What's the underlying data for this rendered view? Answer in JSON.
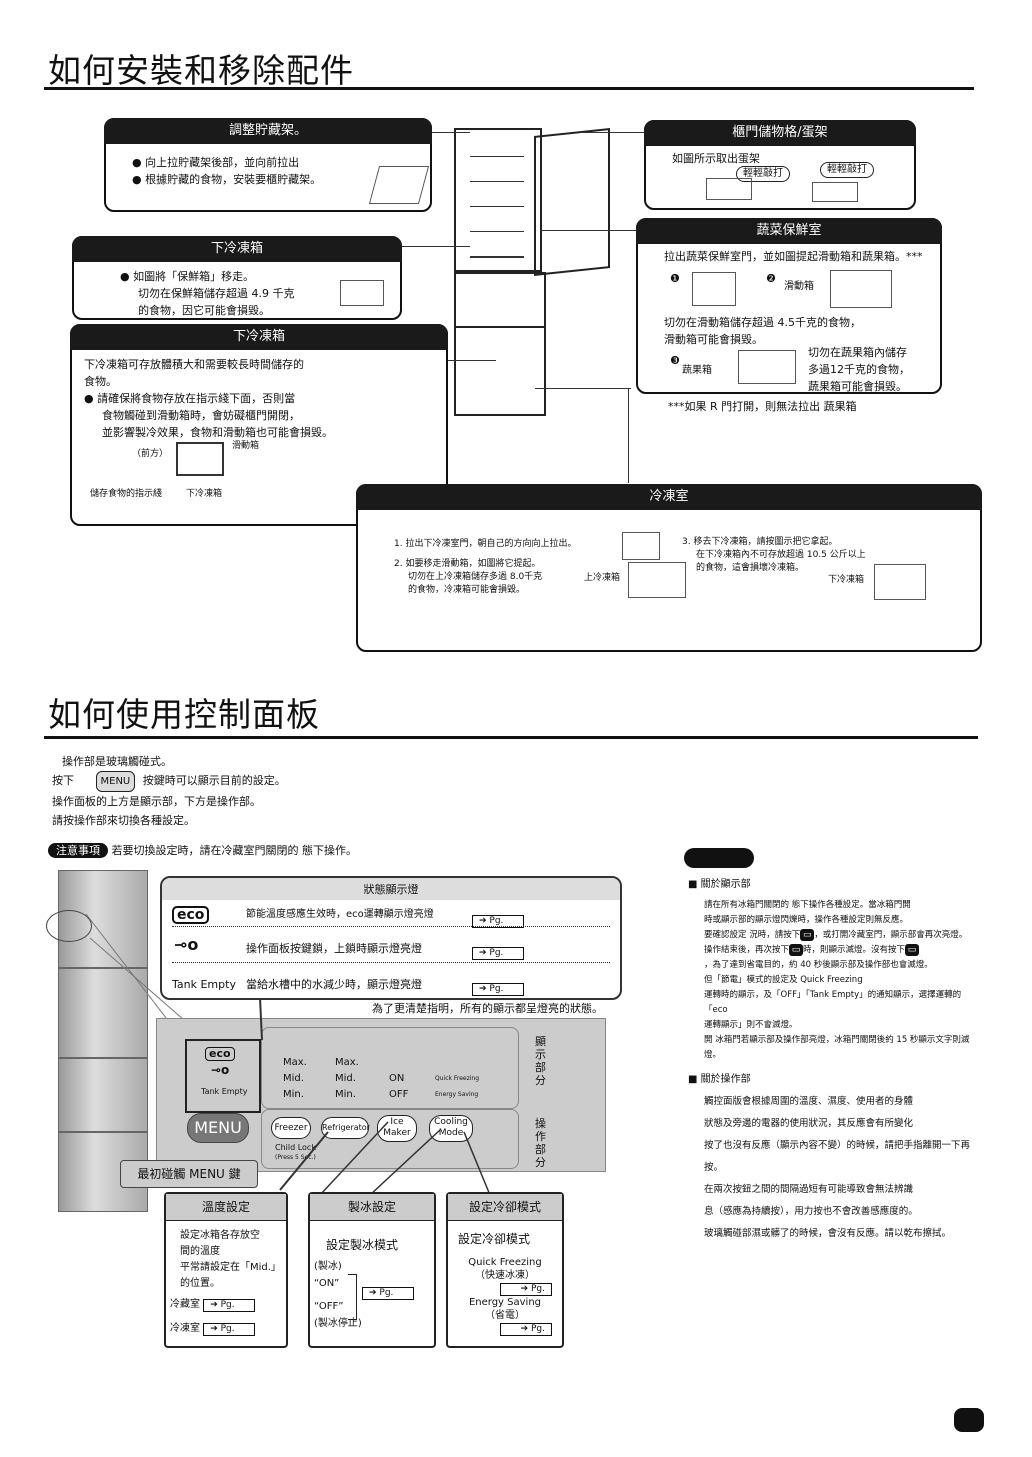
{
  "section1": {
    "title": "如何安裝和移除配件",
    "shelf": {
      "header": "調整貯藏架。",
      "lines": [
        "● 向上拉貯藏架後部，並向前拉出",
        "● 根據貯藏的食物，安裝要櫃貯藏架。"
      ]
    },
    "door_pocket": {
      "header": "櫃門儲物格/蛋架",
      "intro": "如圖所示取出蛋架",
      "tap1": "輕輕敲打",
      "tap2": "輕輕敲打"
    },
    "lower_freezer1": {
      "header": "下冷凍箱",
      "lines": [
        "●  如圖將「保鮮箱」移走。",
        "切勿在保鮮箱儲存超過 4.9 千克",
        "的食物，因它可能會損毀。"
      ]
    },
    "lower_freezer2": {
      "header": "下冷凍箱",
      "lines": [
        "下冷凍箱可存放體積大和需要較長時間儲存的",
        "食物。",
        "●  請確保將食物存放在指示綫下面，否則當",
        "食物觸碰到滑動箱時，會妨礙櫃門開閉，",
        "並影響製冷效果，食物和滑動箱也可能會損毀。"
      ],
      "front": "（前方）",
      "slide_box": "滑動箱",
      "indicator": "儲存食物的指示綫",
      "lower_box": "下冷凍箱"
    },
    "veg": {
      "header": "蔬菜保鮮室",
      "intro": "拉出蔬菜保鮮室門，並如圖提起滑動箱和蔬果箱。***",
      "n1": "❶",
      "n2": "❷",
      "n3": "❸",
      "slide": "滑動箱",
      "fruit": "蔬果箱",
      "warn1": [
        "切勿在滑動箱儲存超過 4.5千克的食物，",
        "滑動箱可能會損毀。"
      ],
      "warn2": [
        "切勿在蔬果箱內儲存",
        "多過12千克的食物，",
        "蔬果箱可能會損毀。"
      ],
      "footnote": "***如果 R 門打開，則無法拉出 蔬果箱"
    },
    "freezer": {
      "header": "冷凍室",
      "s1": "1.  拉出下冷凍室門，朝自己的方向向上拉出。",
      "s2": [
        "2.  如要移走滑動箱，如圖將它提起。",
        "切勿在上冷凍箱儲存多過 8.0千克",
        "的食物，冷凍箱可能會損毀。"
      ],
      "upper": "上冷凍箱",
      "s3": [
        "3.  移去下冷凍箱，請按圖示把它拿起。",
        "在下冷凍箱內不可存放超過 10.5 公斤以上",
        "的食物，這會損壞冷凍箱。"
      ],
      "lower": "下冷凍箱"
    }
  },
  "section2": {
    "title": "如何使用控制面板",
    "intro": [
      "操作部是玻璃觸碰式。",
      "按下",
      "按鍵時可以顯示目前的設定。",
      "操作面板的上方是顯示部，下方是操作部。",
      "請按操作部來切換各種設定。"
    ],
    "menu_btn": "MENU",
    "caution_tag": "注意事項",
    "caution_text": "若要切換設定時，請在冷藏室門關閉的 態下操作。",
    "status": {
      "header": "狀態顯示燈",
      "eco_text": "節能溫度感應生效時，eco運轉顯示燈亮燈",
      "lock_text": "操作面板按鍵鎖，上鎖時顯示燈亮燈",
      "tank_label": "Tank Empty",
      "tank_text": "當給水槽中的水減少時，顯示燈亮燈",
      "pg": "Pg."
    },
    "all_lit": "為了更清楚指明，所有的顯示都呈燈亮的狀態。",
    "panel": {
      "eco": "eco",
      "tank": "Tank Empty",
      "col1": [
        "Max.",
        "Mid.",
        "Min."
      ],
      "col2": [
        "Max.",
        "Mid.",
        "Min."
      ],
      "col3": [
        "ON",
        "OFF"
      ],
      "qf": "Quick Freezing",
      "es": "Energy Saving",
      "disp": "顯示部分",
      "op": "操作部分",
      "menu": "MENU",
      "freezer": "Freezer",
      "refrigerator": "Refrigerator",
      "ice": "Ice Maker",
      "cooling": "Cooling Mode",
      "child": "Child Lock",
      "press": "(Press 5 Sec.)"
    },
    "first_touch": "最初碰觸 MENU 鍵",
    "temp": {
      "header": "溫度設定",
      "lines": [
        "設定冰箱各存放空",
        "間的溫度",
        "平常請設定在「Mid.」",
        "的位置。"
      ],
      "fridge": "冷藏室",
      "freezer": "冷凍室"
    },
    "ice": {
      "header": "製冰設定",
      "mode": "設定製冰模式",
      "ice": "(製冰)",
      "on": "“ON”",
      "off": "“OFF”",
      "stop": "(製冰停止)"
    },
    "cool": {
      "header": "設定冷卻模式",
      "mode": "設定冷卻模式",
      "qf": "Quick Freezing",
      "qf_cn": "（快速冰凍）",
      "es": "Energy Saving",
      "es_cn": "（省電）"
    },
    "notes": {
      "h1": "■ 關於顯示部",
      "p1": [
        "請在所有冰箱門關閉的  態下操作各種設定。當冰箱門開",
        "時或顯示部的顯示燈閃爍時，操作各種設定則無反應。",
        "要確認設定  況時，請按下",
        "，或打開冷藏室門，顯示部會再次亮燈。",
        "操作結束後，再次按下",
        "時，則顯示滅燈。沒有按下",
        "，為了達到省電目的，約 40 秒後顯示部及操作部也會滅燈。",
        "但「節電」模式的設定及  Quick Freezing",
        "運轉時的顯示，及「OFF」「Tank Empty」的通知顯示，選擇運轉的「eco",
        "運轉顯示」則不會滅燈。",
        "開   冰箱門若顯示部及操作部亮燈，冰箱門關閉後約 15 秒顯示文字則滅燈。"
      ],
      "h2": "■ 關於操作部",
      "p2": [
        "觸控面版會根據周圍的溫度、濕度、使用者的身體",
        "狀態及旁邊的電器的使用狀況，其反應會有所變化",
        "按了也沒有反應（顯示內容不變）的時候，請把手指離開一下再按。",
        "在兩次按鈕之間的間隔過短有可能導致會無法辨識",
        "息（感應為持續按），用力按也不會改善感應度的。",
        "玻璃觸碰部濕或髒了的時候，會沒有反應。請以乾布擦拭。"
      ]
    }
  }
}
